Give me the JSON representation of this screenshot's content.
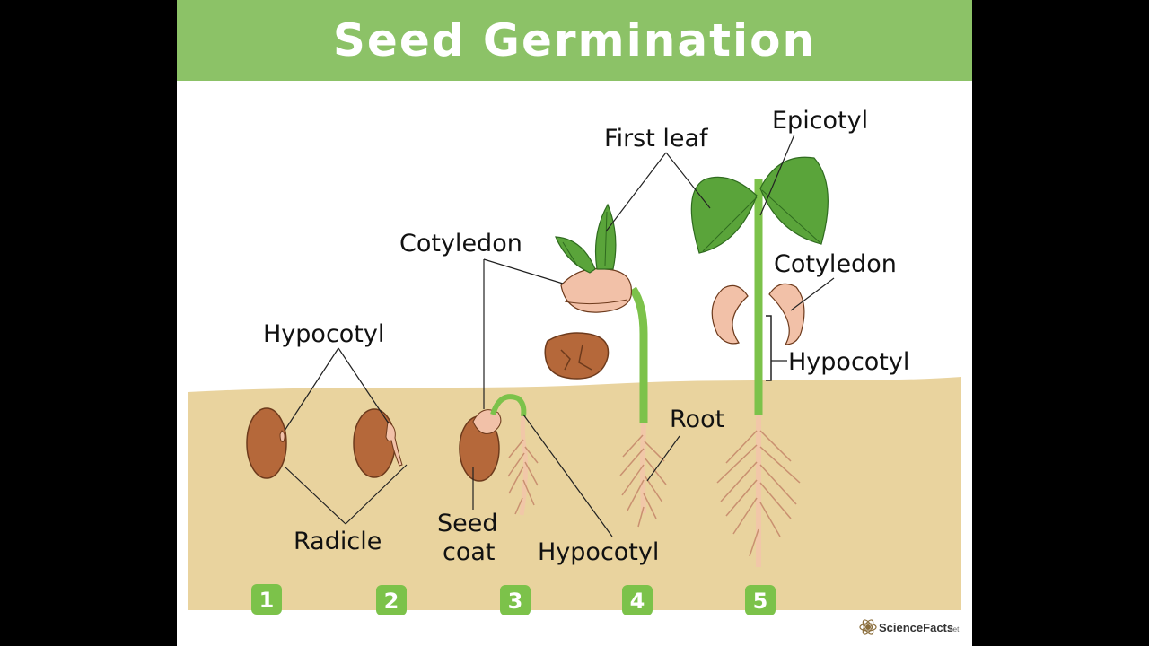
{
  "title": "Seed Germination",
  "labels": {
    "hypocotyl_1": "Hypocotyl",
    "radicle": "Radicle",
    "cotyledon_1": "Cotyledon",
    "seed": "Seed",
    "coat": "coat",
    "hypocotyl_2": "Hypocotyl",
    "first_leaf": "First leaf",
    "root": "Root",
    "epicotyl": "Epicotyl",
    "cotyledon_2": "Cotyledon",
    "hypocotyl_3": "Hypocotyl"
  },
  "steps": [
    "1",
    "2",
    "3",
    "4",
    "5"
  ],
  "logo": "ScienceFacts",
  "logo_suffix": ".net",
  "colors": {
    "header": "#8cc267",
    "soil": "#e9d39e",
    "seed": "#b5683a",
    "cotyledon": "#f2c1a8",
    "stem": "#7cc24a",
    "leaf": "#5aa43a",
    "root": "#f1c7a8",
    "badge": "#7cc24a"
  }
}
